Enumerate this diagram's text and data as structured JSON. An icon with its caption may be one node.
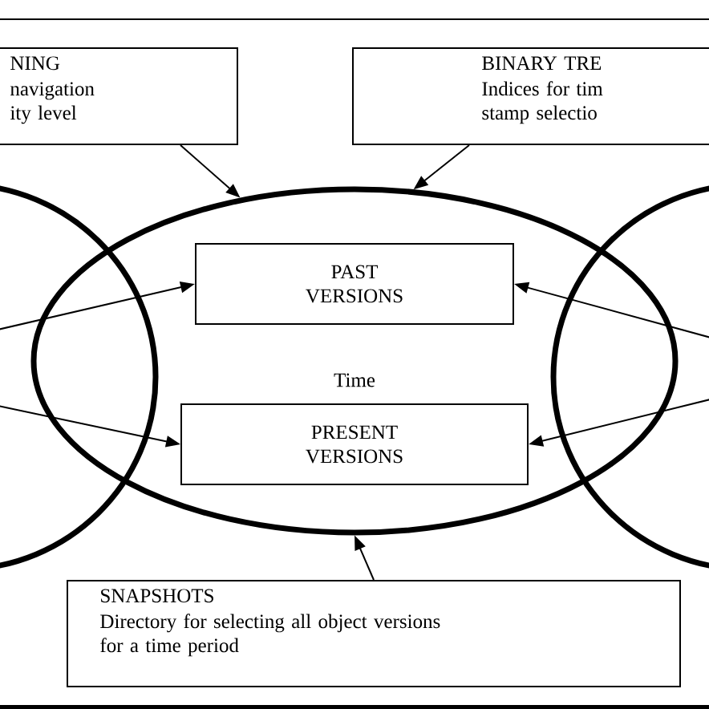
{
  "diagram": {
    "nodes": [
      {
        "text": [
          "NING",
          "navigation ity level"
        ]
      },
      {
        "text": [
          "BINARY TRE",
          "Indices for tim stamp selectio"
        ]
      },
      {
        "text": [],
        "shape": "ellipse"
      },
      {
        "text": [
          "PAST VERSIONS"
        ],
        "in": 2
      },
      {
        "text": [
          "PRESENT VERSIONS"
        ],
        "in": 2
      },
      {
        "text": [],
        "shape": "ellipse"
      },
      {
        "text": [],
        "shape": "ellipse"
      },
      {
        "text": [
          "SNAPSHOTS",
          "Directory for selecting all object versions for a time period"
        ]
      }
    ],
    "edges": [
      {
        "from": 0,
        "to": 2,
        "arrow": "to"
      },
      {
        "from": 1,
        "to": 2,
        "arrow": "to"
      },
      {
        "from": 5,
        "to": 3,
        "arrow": "to"
      },
      {
        "from": 5,
        "to": 4,
        "arrow": "to"
      },
      {
        "from": 6,
        "to": 3,
        "arrow": "to"
      },
      {
        "from": 6,
        "to": 4,
        "arrow": "to"
      },
      {
        "from": 7,
        "to": 2,
        "arrow": "to"
      }
    ],
    "labels": [
      "Time"
    ]
  }
}
